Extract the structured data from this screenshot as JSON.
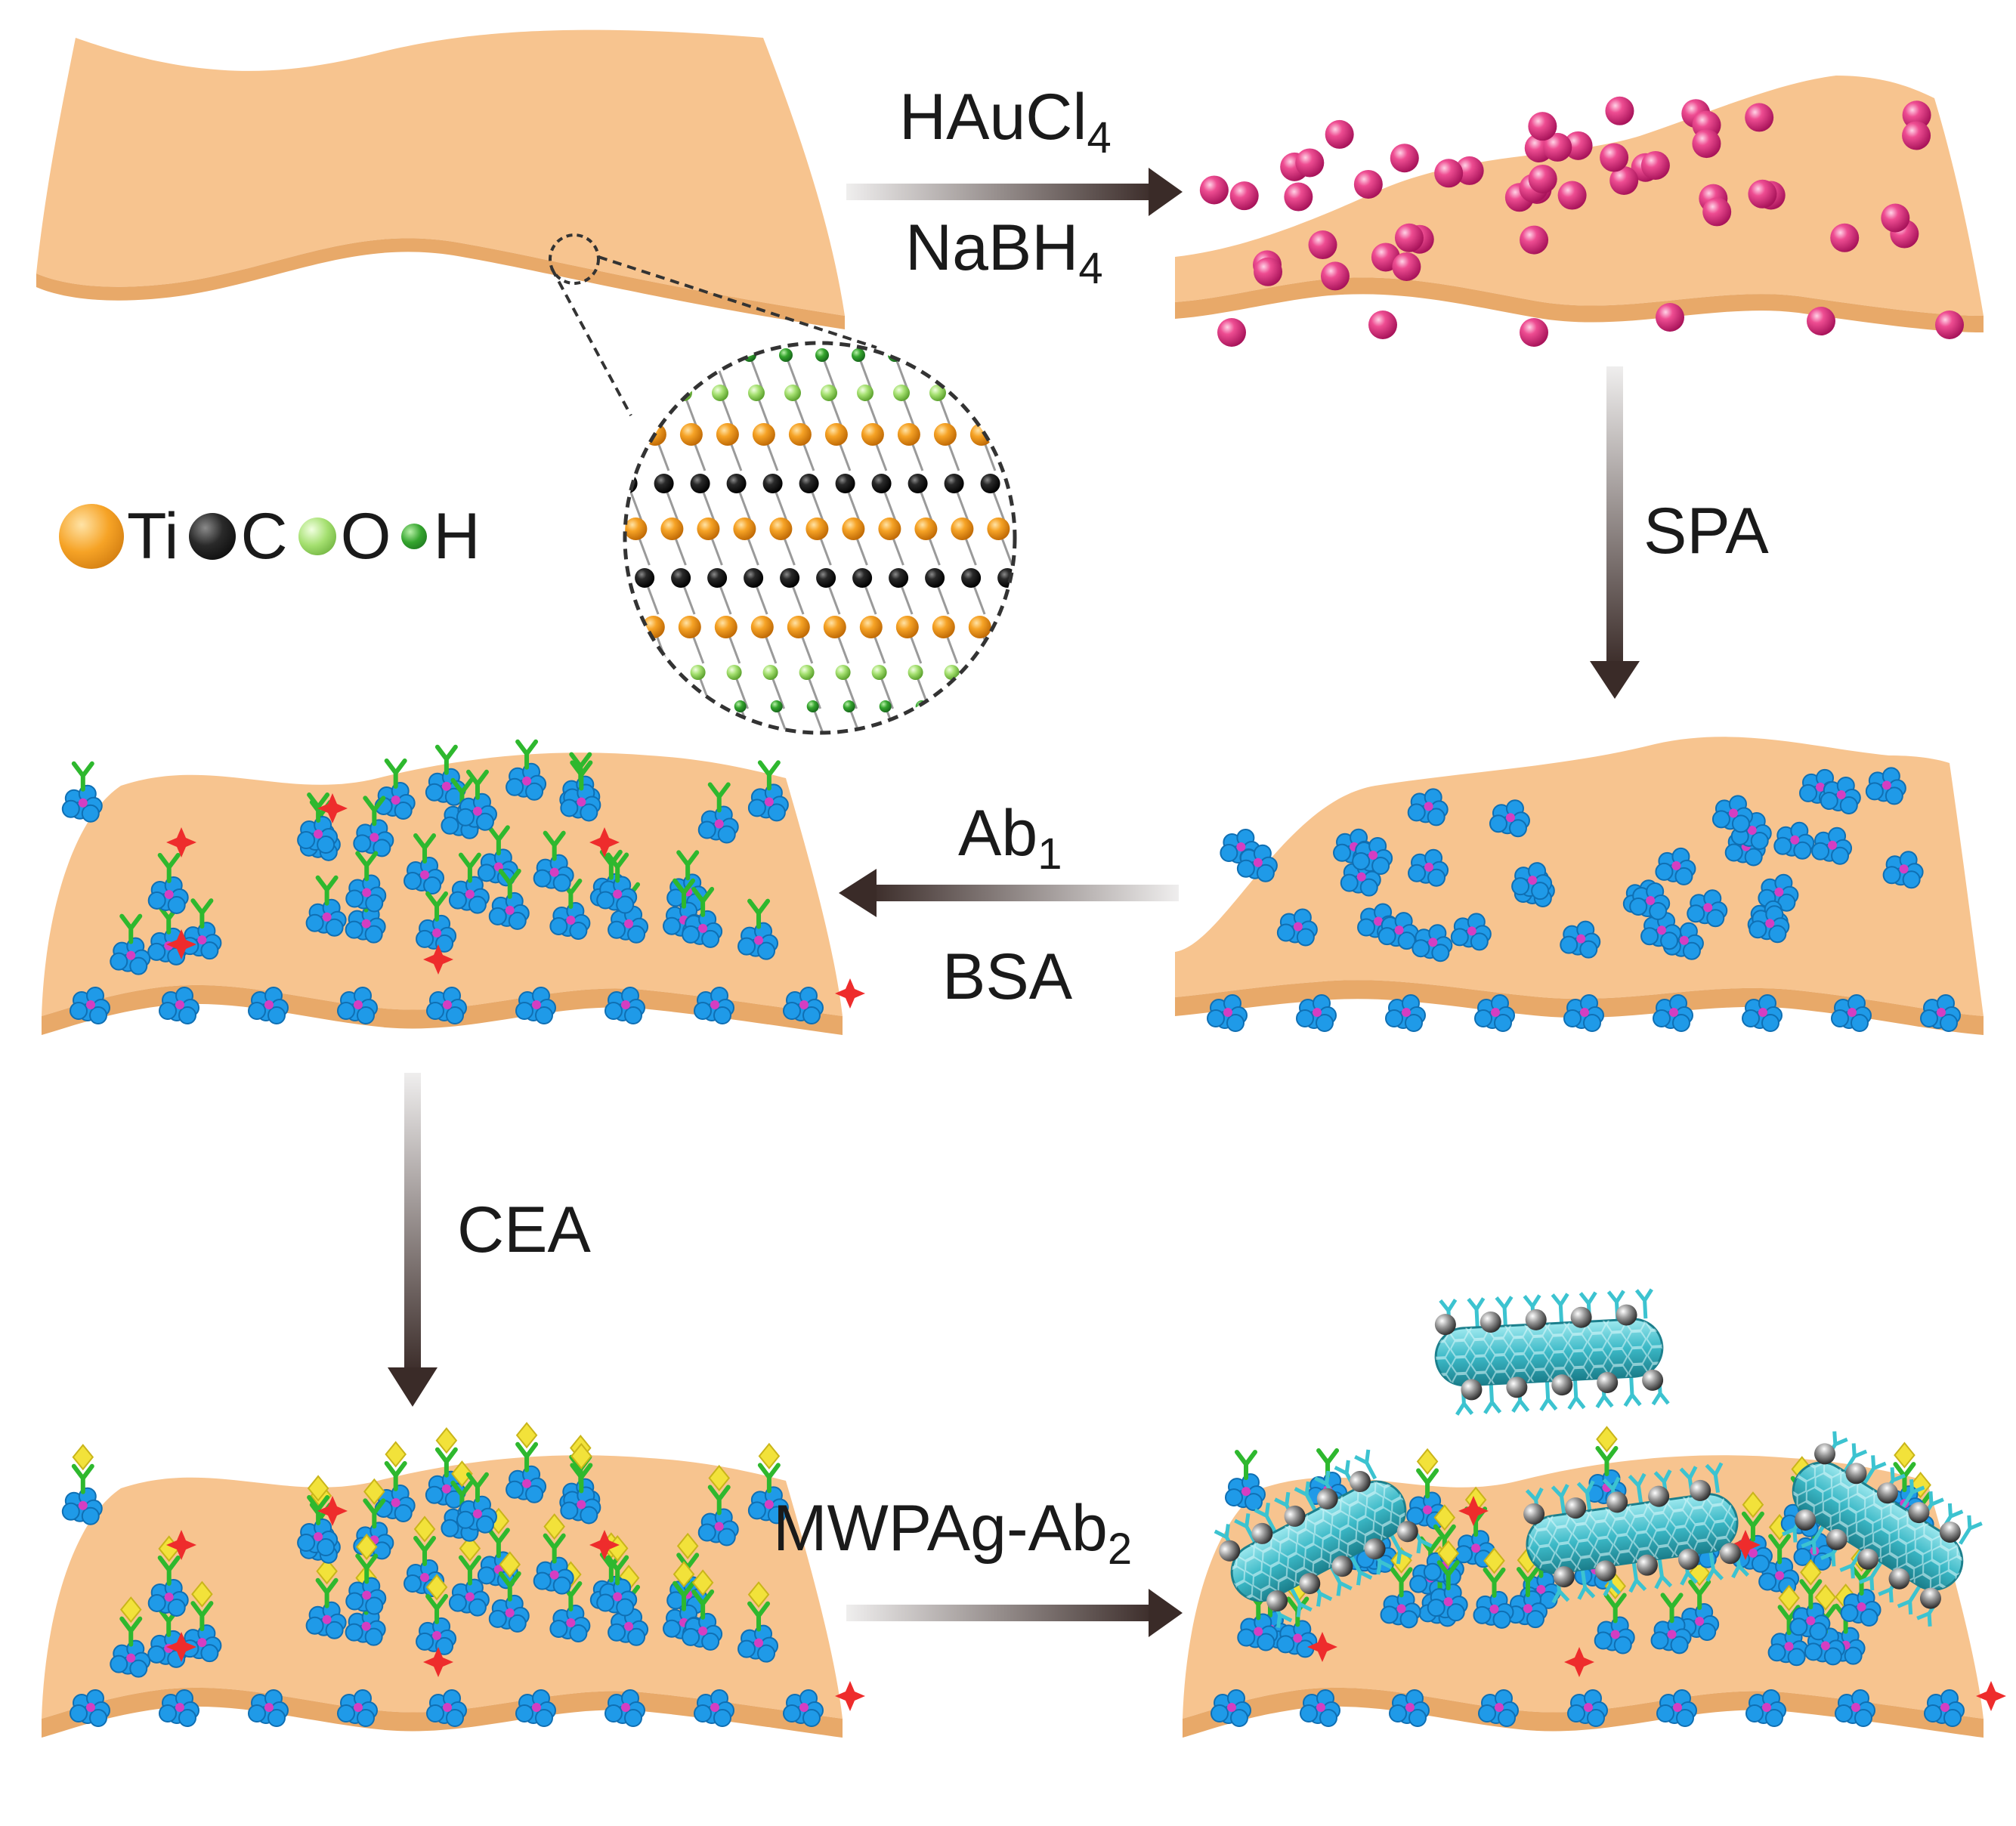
{
  "steps": {
    "step1_reagent_top": "HAuCl",
    "step1_reagent_top_sub": "4",
    "step1_reagent_bottom": "NaBH",
    "step1_reagent_bottom_sub": "4",
    "step2": "SPA",
    "step3_top": "Ab",
    "step3_top_sub": "1",
    "step3_bottom": "BSA",
    "step4": "CEA",
    "step5": "MWPAg-Ab",
    "step5_sub": "2"
  },
  "legend": [
    {
      "symbol": "Ti",
      "color": "#f39a1c"
    },
    {
      "symbol": "C",
      "color": "#1a1a1a"
    },
    {
      "symbol": "O",
      "color": "#9fdc6a"
    },
    {
      "symbol": "H",
      "color": "#2f9e2a"
    }
  ],
  "colors": {
    "sheet": "#f7c48f",
    "sheet_edge": "#e8a969",
    "gold_np": "#e0357f",
    "protein": "#1f9ae8",
    "antibody": "#2eb82e",
    "antigen": "#f2e23a",
    "bsa": "#ee2c2c",
    "nanotube": "#3cb9c7",
    "silver_np": "#7c7c7c",
    "arrow": "#3a2b28"
  }
}
